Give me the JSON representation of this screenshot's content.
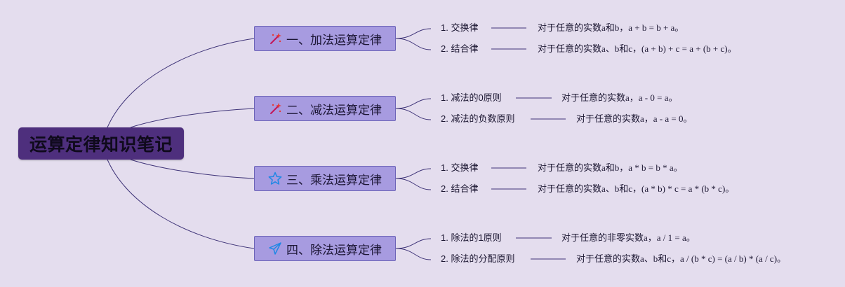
{
  "root": {
    "title": "运算定律知识笔记"
  },
  "branches": [
    {
      "label": "一、加法运算定律",
      "icon": "magic-wand-icon",
      "items": [
        {
          "name": "1. 交换律",
          "desc": "对于任意的实数a和b，a + b = b + a。"
        },
        {
          "name": "2. 结合律",
          "desc": "对于任意的实数a、b和c，(a + b) + c = a + (b + c)。"
        }
      ]
    },
    {
      "label": "二、减法运算定律",
      "icon": "magic-wand-icon",
      "items": [
        {
          "name": "1. 减法的0原则",
          "desc": "对于任意的实数a，a - 0 = a。"
        },
        {
          "name": "2. 减法的负数原则",
          "desc": "对于任意的实数a，a - a = 0。"
        }
      ]
    },
    {
      "label": "三、乘法运算定律",
      "icon": "star-icon",
      "items": [
        {
          "name": "1. 交换律",
          "desc": "对于任意的实数a和b，a * b = b * a。"
        },
        {
          "name": "2. 结合律",
          "desc": "对于任意的实数a、b和c，(a * b) * c = a * (b * c)。"
        }
      ]
    },
    {
      "label": "四、除法运算定律",
      "icon": "paper-plane-icon",
      "items": [
        {
          "name": "1. 除法的1原则",
          "desc": "对于任意的非零实数a，a / 1 = a。"
        },
        {
          "name": "2. 除法的分配原则",
          "desc": "对于任意的实数a、b和c，a / (b * c) = (a / b) * (a / c)。"
        }
      ]
    }
  ],
  "colors": {
    "background": "#e4ddee",
    "root": "#4e2f7d",
    "branch": "#a79be0",
    "connector": "#3f3478"
  }
}
